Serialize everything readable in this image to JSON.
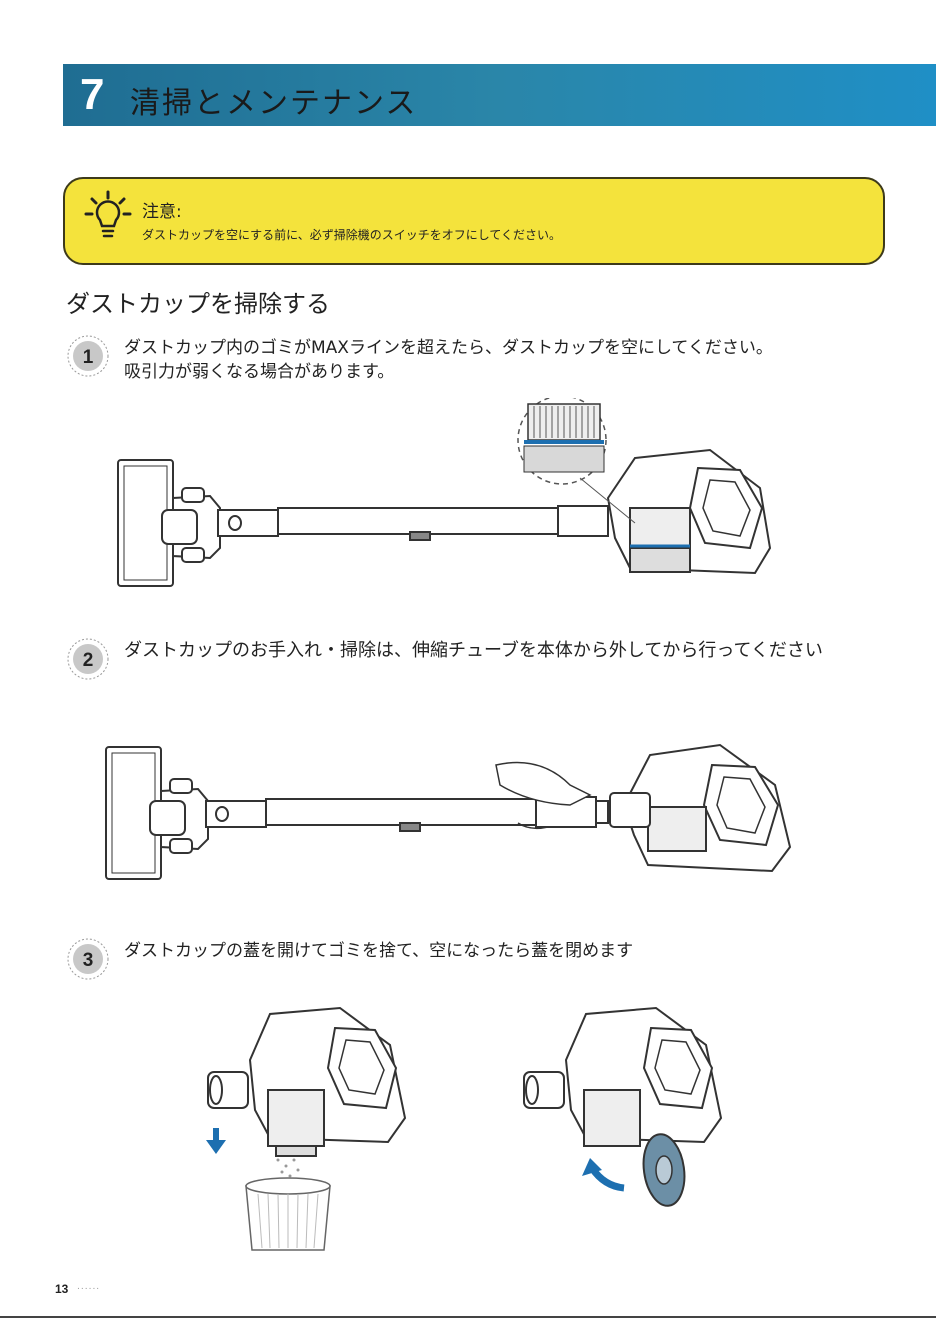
{
  "header": {
    "chapter_number": "7",
    "title": "清掃とメンテナンス"
  },
  "notice": {
    "title": "注意:",
    "text": "ダストカップを空にする前に、必ず掃除機のスイッチをオフにしてください。",
    "icon": "lightbulb-icon"
  },
  "section": {
    "title": "ダストカップを掃除する"
  },
  "steps": [
    {
      "number": "1",
      "lines": [
        "ダストカップ内のゴミがMAXラインを超えたら、ダストカップを空にしてください。",
        "吸引力が弱くなる場合があります。"
      ]
    },
    {
      "number": "2",
      "lines": [
        "ダストカップのお手入れ・掃除は、伸縮チューブを本体から外してから行ってください"
      ]
    },
    {
      "number": "3",
      "lines": [
        "ダストカップの蓋を開けてゴミを捨て、空になったら蓋を閉めます"
      ]
    }
  ],
  "footer": {
    "page_number": "13",
    "dots": "......"
  },
  "colors": {
    "header_gradient_start": "#1f6d92",
    "header_gradient_end": "#1f8fc6",
    "notice_bg": "#f4e33c",
    "arrow_blue": "#1d6fb0",
    "max_line_blue": "#1d6fb0"
  }
}
